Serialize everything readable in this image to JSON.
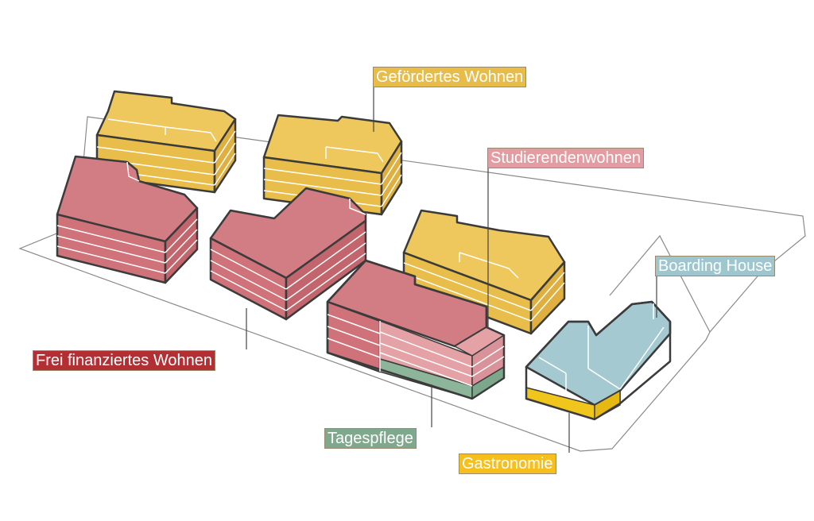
{
  "colors": {
    "gefoerdert": "#e8bd4a",
    "frei": "#cf727a",
    "studierenden": "#e4a1a6",
    "tagespflege": "#8db59a",
    "boarding": "#a5c9d1",
    "gastronomie": "#f0c51c",
    "label_frei": "#b23034",
    "label_studierenden": "#e39da2",
    "label_tagespflege": "#7fa88d",
    "label_boarding": "#9dc6ce",
    "label_gastronomie": "#f6bf1d",
    "label_gefoerdert": "#e7bc49",
    "outline": "#3b3b3b",
    "site": "#8a8a8a"
  },
  "labels": {
    "gefoerdert": "Gefördertes Wohnen",
    "studierenden": "Studierendenwohnen",
    "boarding": "Boarding House",
    "frei": "Frei finanziertes Wohnen",
    "tagespflege": "Tagespflege",
    "gastronomie": "Gastronomie"
  }
}
